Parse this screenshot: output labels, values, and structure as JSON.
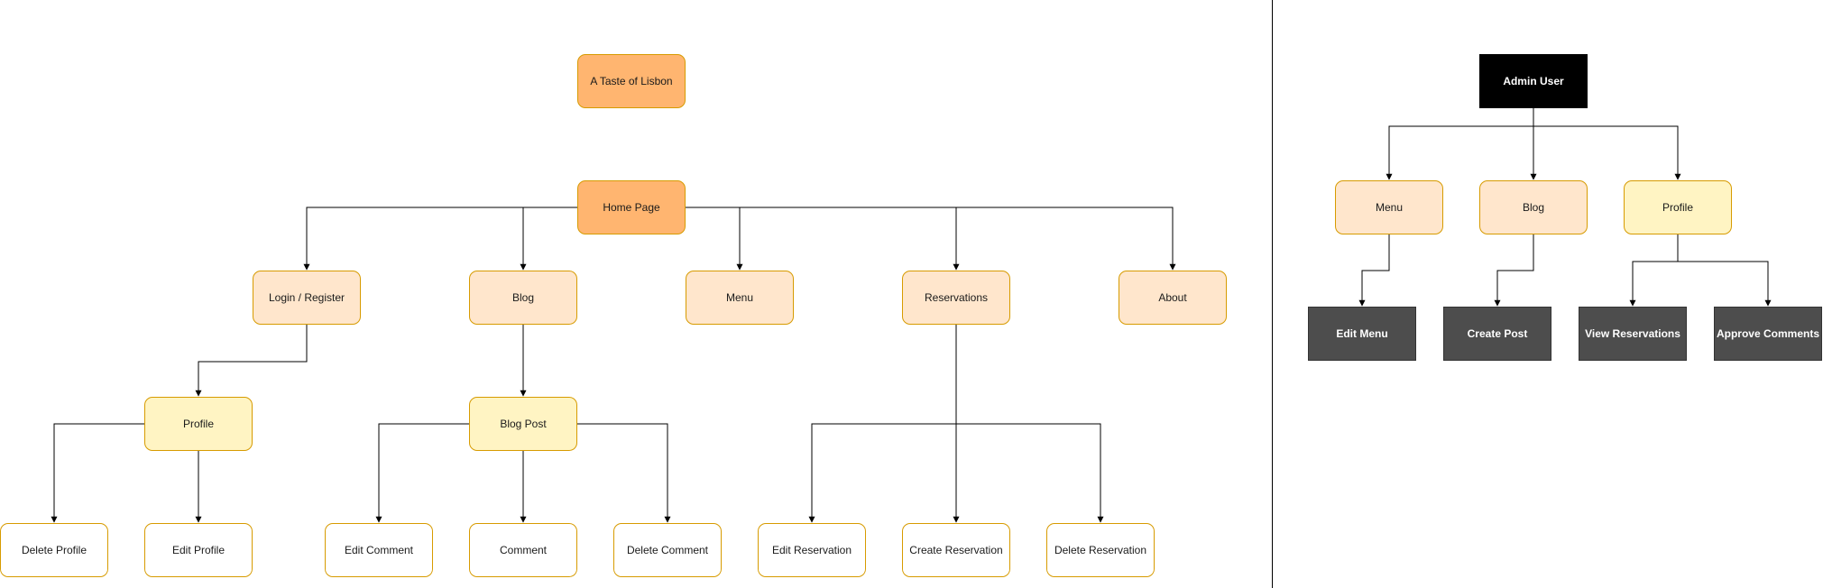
{
  "colors": {
    "root_fill": "#ffb570",
    "level1_fill": "#ffe6cc",
    "level2_fill": "#fff4c3",
    "leaf_fill": "#ffffff",
    "node_stroke": "#d79b00",
    "admin_fill": "#000000",
    "admin_action_fill": "#4d4d4d",
    "edge": "#000000"
  },
  "site_map": {
    "site_title": "A Taste of Lisbon",
    "home": "Home Page",
    "login_register": "Login / Register",
    "blog": "Blog",
    "menu": "Menu",
    "reservations": "Reservations",
    "about": "About",
    "profile": "Profile",
    "blog_post": "Blog Post",
    "delete_profile": "Delete Profile",
    "edit_profile": "Edit Profile",
    "edit_comment": "Edit Comment",
    "comment": "Comment",
    "delete_comment": "Delete Comment",
    "edit_reservation": "Edit Reservation",
    "create_reservation": "Create Reservation",
    "delete_reservation": "Delete Reservation"
  },
  "admin_map": {
    "admin_user": "Admin User",
    "menu": "Menu",
    "blog": "Blog",
    "profile": "Profile",
    "edit_menu": "Edit Menu",
    "create_post": "Create Post",
    "view_reservations": "View Reservations",
    "approve_comments": "Approve Comments"
  }
}
